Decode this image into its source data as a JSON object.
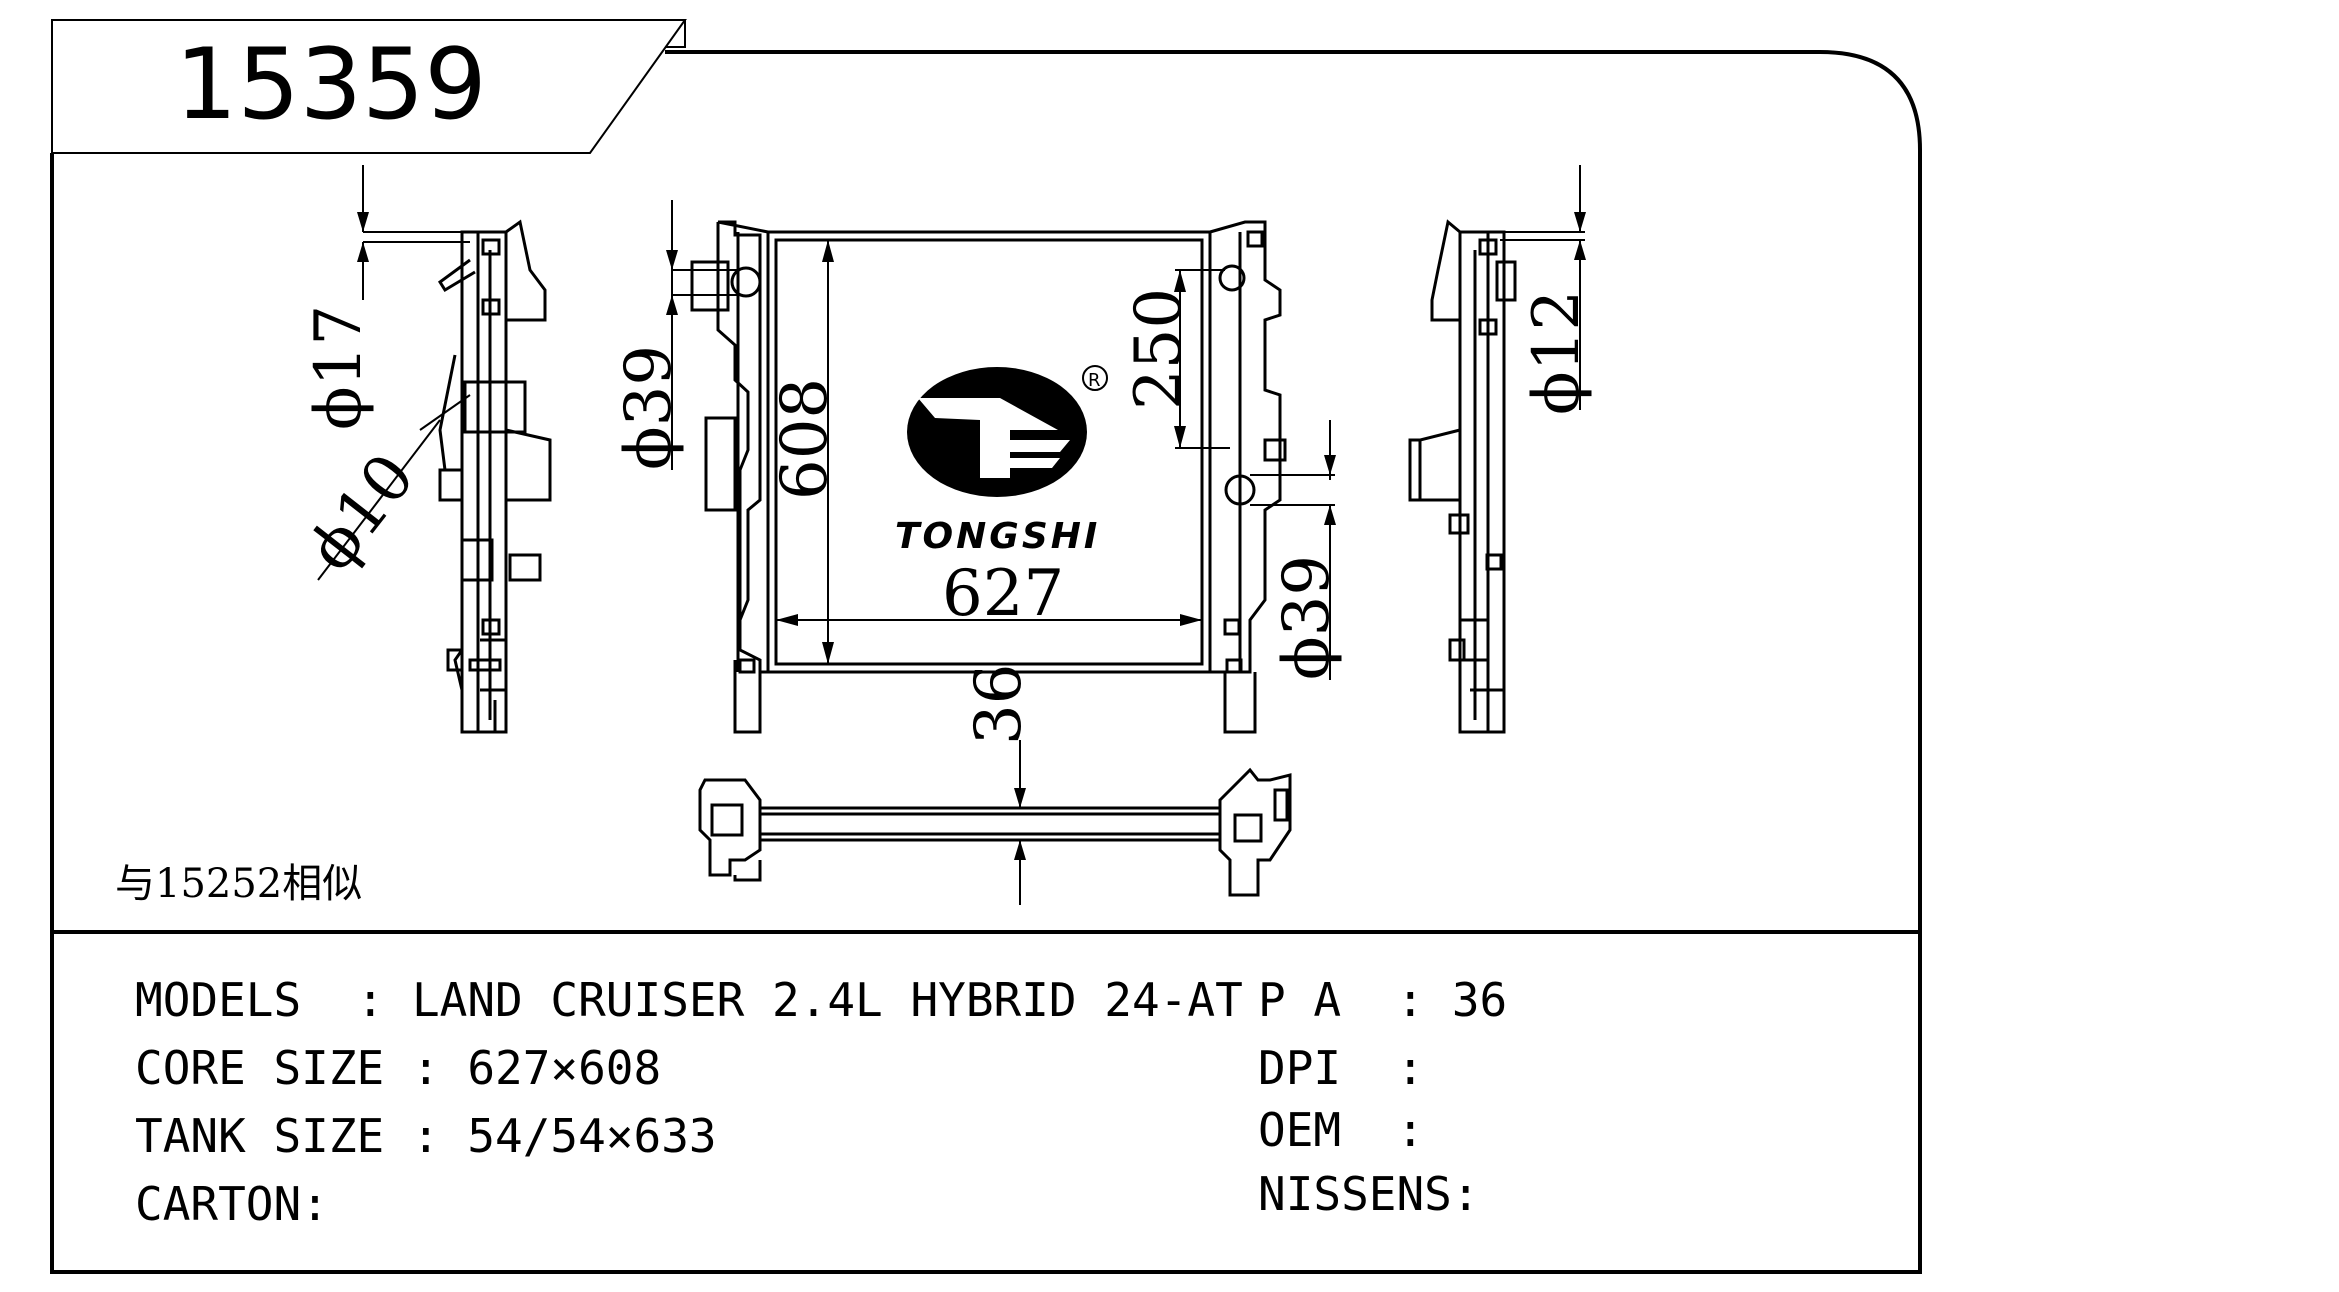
{
  "part_number": "15359",
  "note": "与15252相似",
  "logo_text": "TONGSHI",
  "registered_mark": "R",
  "dimensions": {
    "phi17": "ϕ17",
    "phi10": "ϕ10",
    "phi39_left": "ϕ39",
    "height_608": "608",
    "width_627": "627",
    "dim_250": "250",
    "phi39_right": "ϕ39",
    "phi12": "ϕ12",
    "thickness_36": "36"
  },
  "specs": {
    "models": "MODELS  : LAND CRUISER 2.4L HYBRID 24-AT",
    "core_size": "CORE SIZE : 627×608",
    "tank_size": "TANK SIZE : 54/54×633",
    "carton": "CARTON:",
    "pa": "P A  : 36",
    "dpi": "DPI  :",
    "oem": "OEM  :",
    "nissens": "NISSENS:"
  }
}
